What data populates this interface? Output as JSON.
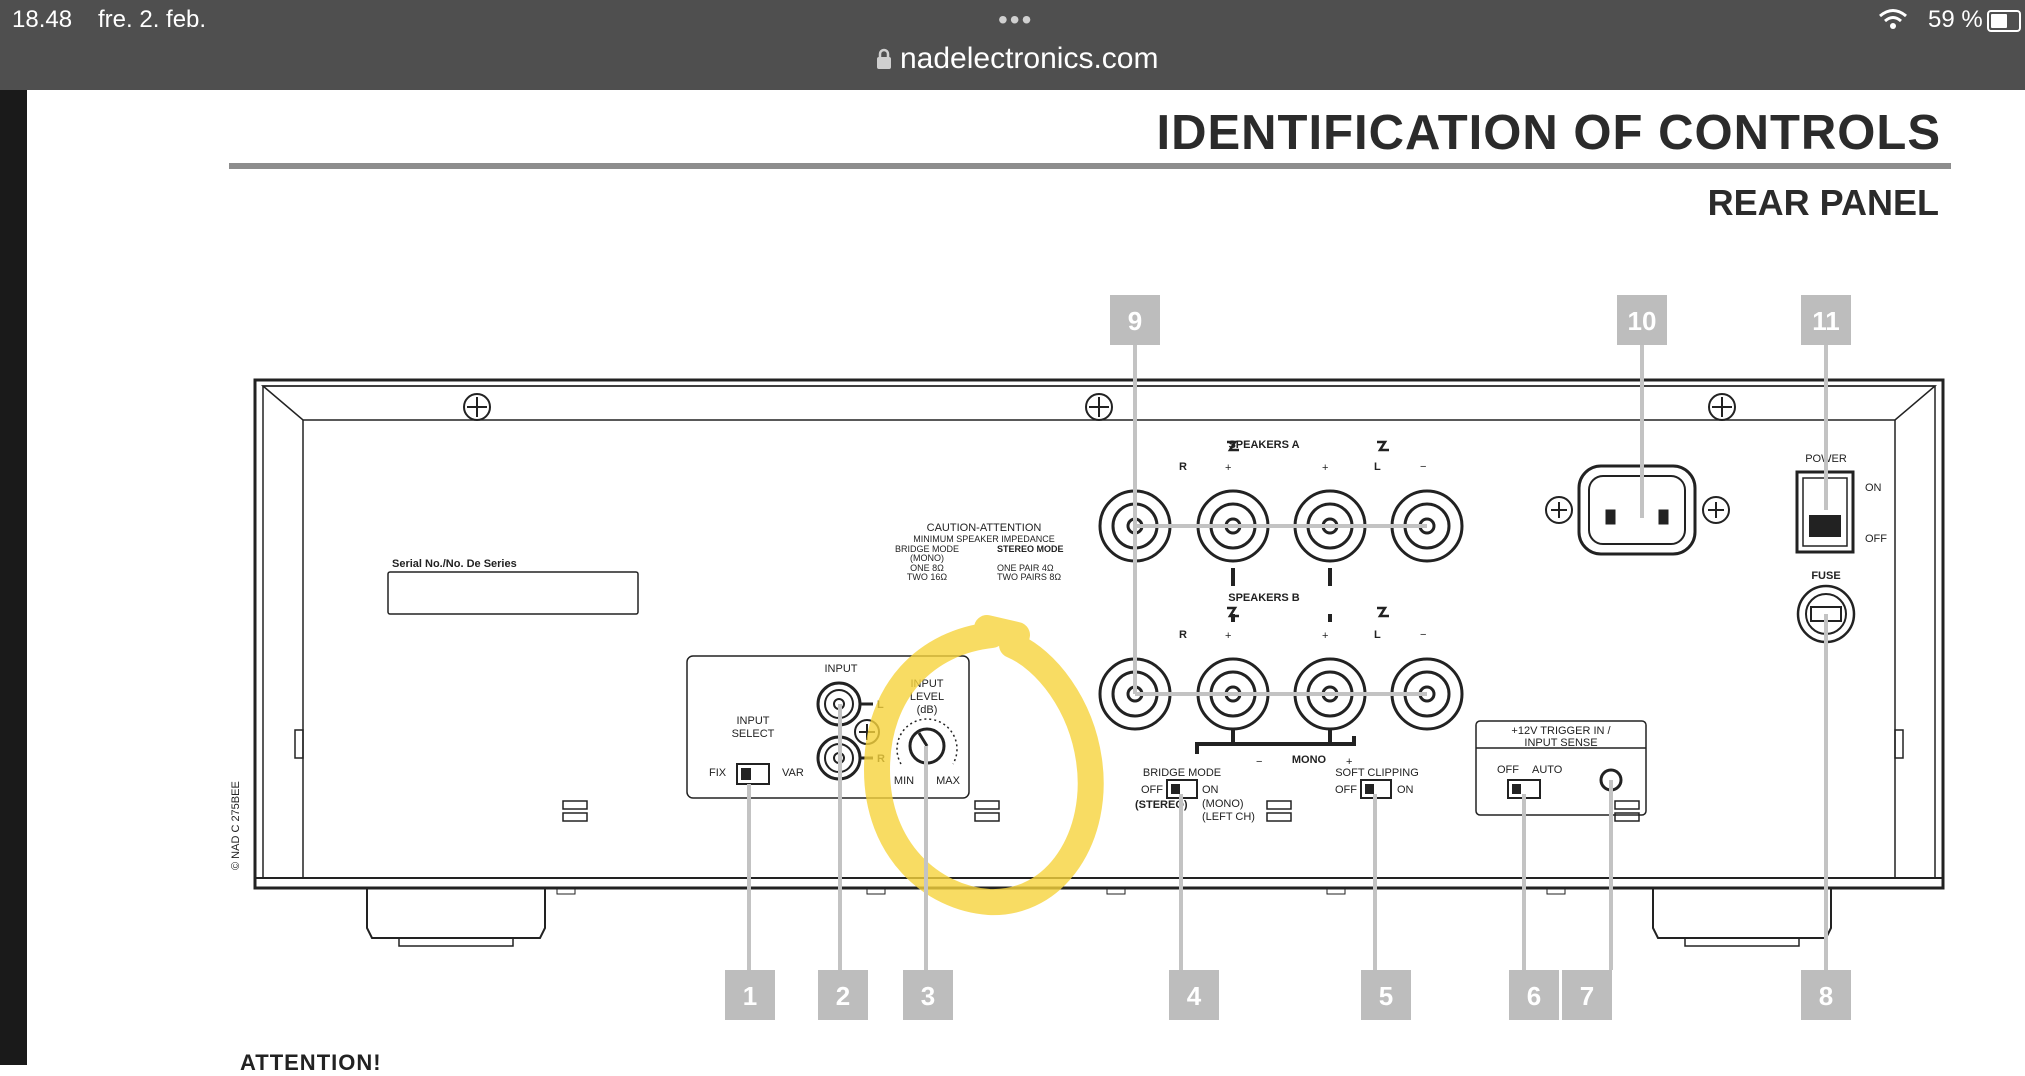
{
  "status_bar": {
    "time": "18.48",
    "date": "fre. 2. feb.",
    "url": "nadelectronics.com",
    "battery": "59 %",
    "more_icon": "ellipsis-icon",
    "lock_icon": "lock-icon",
    "wifi_icon": "wifi-icon",
    "battery_icon": "battery-icon"
  },
  "page": {
    "title": "IDENTIFICATION OF CONTROLS",
    "subtitle": "REAR PANEL",
    "bottom_text": "ATTENTION!"
  },
  "panel": {
    "serial_label": "Serial No./No. De Series",
    "copyright": "© NAD C 275BEE",
    "caution_title": "CAUTION-ATTENTION",
    "caution_sub": "MINIMUM SPEAKER IMPEDANCE",
    "bridge_mode": "BRIDGE MODE",
    "mono": "(MONO)",
    "stereo_mode": "STEREO MODE",
    "one_8": "ONE 8Ω",
    "two_16": "TWO 16Ω",
    "one_pair_4": "ONE PAIR 4Ω",
    "two_pairs_8": "TWO PAIRS 8Ω",
    "input_select": "INPUT SELECT",
    "input_select_l1": "INPUT",
    "input_select_l2": "SELECT",
    "fix": "FIX",
    "var": "VAR",
    "input": "INPUT",
    "l": "L",
    "r": "R",
    "input_level_l1": "INPUT",
    "input_level_l2": "LEVEL",
    "input_level_l3": "(dB)",
    "min": "MIN",
    "max": "MAX",
    "speakers_a": "SPEAKERS A",
    "speakers_b": "SPEAKERS B",
    "plus": "+",
    "minus": "−",
    "mono_label": "MONO",
    "bridge_mode_switch": "BRIDGE MODE",
    "off": "OFF",
    "on": "ON",
    "stereo": "(STEREO)",
    "mono_paren": "(MONO)",
    "left_ch": "(LEFT CH)",
    "soft_clipping": "SOFT CLIPPING",
    "trigger_l1": "+12V TRIGGER IN /",
    "trigger_l2": "INPUT SENSE",
    "auto": "AUTO",
    "power": "POWER",
    "fuse": "FUSE"
  },
  "callouts": [
    "1",
    "2",
    "3",
    "4",
    "5",
    "6",
    "7",
    "8",
    "9",
    "10",
    "11"
  ],
  "colors": {
    "status_bar": "#4f4f4f",
    "callout_box": "#bdbdbd",
    "highlight": "#f6d33c"
  }
}
